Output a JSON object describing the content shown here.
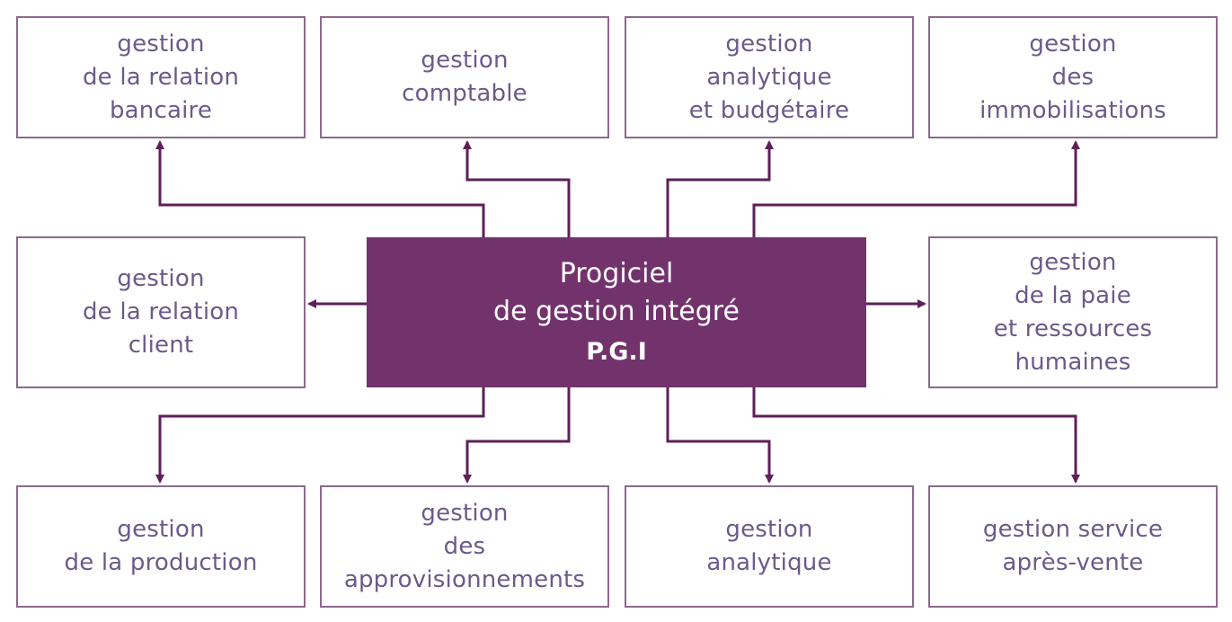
{
  "center": {
    "title": "Progiciel\nde gestion intégré",
    "abbreviation": "P.G.I"
  },
  "modules": {
    "relation_bancaire": "gestion\nde la relation\nbancaire",
    "comptable": "gestion\ncomptable",
    "analytique_budgetaire": "gestion\nanalytique\net budgétaire",
    "immobilisations": "gestion\ndes\nimmobilisations",
    "relation_client": "gestion\nde la relation\nclient",
    "paie_rh": "gestion\nde la paie\net ressources\nhumaines",
    "production": "gestion\nde la production",
    "approvisionnements": "gestion\ndes\napprovisionnements",
    "analytique": "gestion\nanalytique",
    "service_apres_vente": "gestion service\naprès-vente"
  },
  "colors": {
    "center_fill": "#72336c",
    "connector": "#5e1f5a",
    "box_border": "#8a6a8d",
    "box_text": "#6b5a8a"
  }
}
